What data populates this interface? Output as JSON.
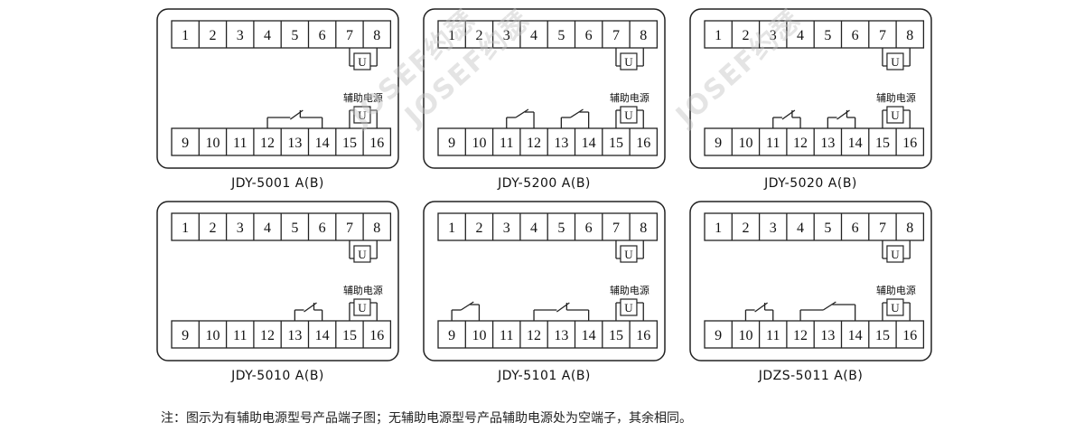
{
  "colors": {
    "line": "#222222",
    "background": "#ffffff",
    "watermark": "#c4c4c4"
  },
  "top_terminals": [
    "1",
    "2",
    "3",
    "4",
    "5",
    "6",
    "7",
    "8"
  ],
  "bottom_terminals": [
    "9",
    "10",
    "11",
    "12",
    "13",
    "14",
    "15",
    "16"
  ],
  "coil_label": "U",
  "aux_power_label": "辅助电源",
  "watermark_text": "JOSEF约瑟",
  "diagrams": [
    {
      "model": "JDY-5001 A(B)",
      "contacts": [
        {
          "type": "NC",
          "left": "12",
          "right": "14"
        }
      ]
    },
    {
      "model": "JDY-5200 A(B)",
      "contacts": [
        {
          "type": "NO",
          "left": "11",
          "right": "12"
        },
        {
          "type": "NO",
          "left": "13",
          "right": "14"
        }
      ]
    },
    {
      "model": "JDY-5020 A(B)",
      "contacts": [
        {
          "type": "NC",
          "left": "11",
          "right": "12"
        },
        {
          "type": "NC",
          "left": "13",
          "right": "14"
        }
      ]
    },
    {
      "model": "JDY-5010 A(B)",
      "contacts": [
        {
          "type": "NC",
          "left": "13",
          "right": "14"
        }
      ]
    },
    {
      "model": "JDY-5101 A(B)",
      "contacts": [
        {
          "type": "NO",
          "left": "9",
          "right": "10"
        },
        {
          "type": "NC",
          "left": "12",
          "right": "14"
        }
      ]
    },
    {
      "model": "JDZS-5011 A(B)",
      "contacts": [
        {
          "type": "NC",
          "left": "10",
          "right": "11"
        },
        {
          "type": "NO",
          "left": "12",
          "right": "14"
        }
      ]
    }
  ],
  "footnote": "注：图示为有辅助电源型号产品端子图；无辅助电源型号产品辅助电源处为空端子，其余相同。"
}
